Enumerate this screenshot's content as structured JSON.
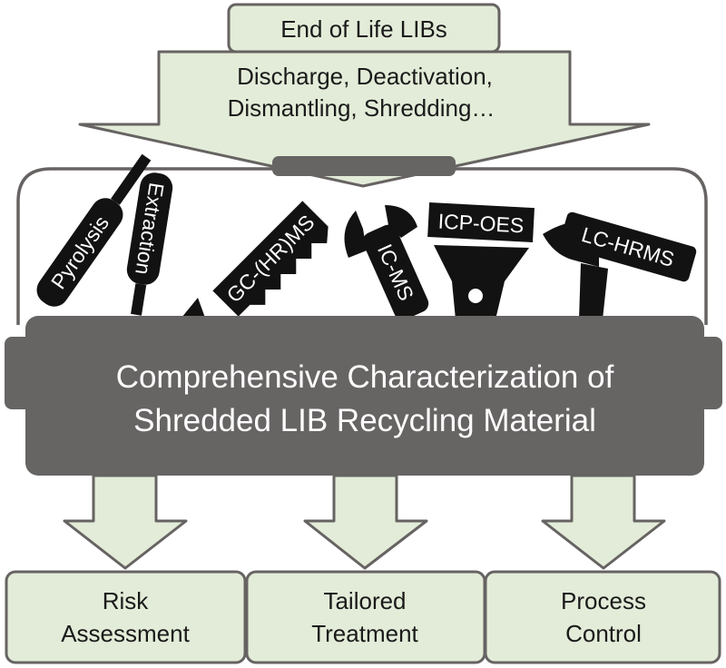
{
  "top_box": {
    "label": "End of Life LIBs"
  },
  "pre_processing": {
    "line1": "Discharge, Deactivation,",
    "line2": "Dismantling, Shredding…"
  },
  "tools": {
    "pyrolysis": "Pyrolysis",
    "extraction": "Extraction",
    "gc_ms": "GC-(HR)MS",
    "ic_ms": "IC-MS",
    "icp_oes": "ICP-OES",
    "lc_hrms": "LC-HRMS"
  },
  "band": {
    "line1": "Comprehensive Characterization of",
    "line2": "Shredded LIB Recycling Material"
  },
  "outcomes": [
    {
      "line1": "Risk",
      "line2": "Assessment"
    },
    {
      "line1": "Tailored",
      "line2": "Treatment"
    },
    {
      "line1": "Process",
      "line2": "Control"
    }
  ],
  "colors": {
    "box_fill": "#e3ecd8",
    "outline": "#666362",
    "band": "#676464",
    "tool": "#121212"
  }
}
